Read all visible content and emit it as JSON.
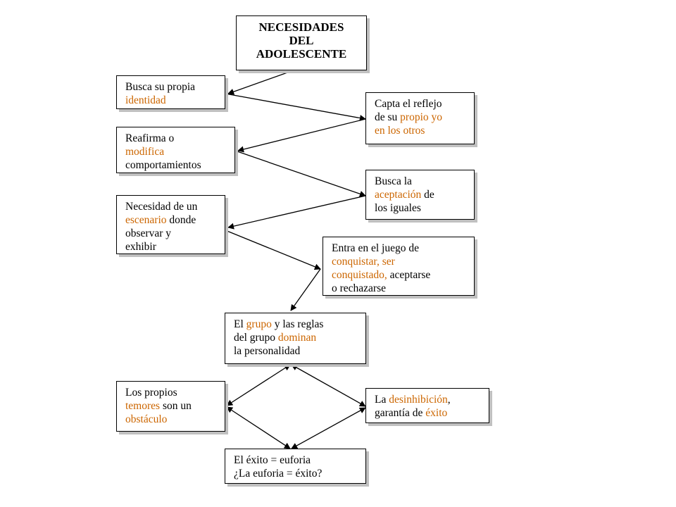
{
  "diagram": {
    "accent_color": "#cc6600",
    "nodes": [
      {
        "id": "n0",
        "title": true,
        "lines": [
          [
            {
              "t": "NECESIDADES"
            }
          ],
          [
            {
              "t": "DEL"
            }
          ],
          [
            {
              "t": "ADOLESCENTE"
            }
          ]
        ]
      },
      {
        "id": "n1",
        "lines": [
          [
            {
              "t": "Busca su propia"
            }
          ],
          [
            {
              "t": "identidad",
              "hl": true
            }
          ]
        ]
      },
      {
        "id": "n2",
        "lines": [
          [
            {
              "t": "Capta el reflejo"
            }
          ],
          [
            {
              "t": "de su "
            },
            {
              "t": "propio yo",
              "hl": true
            }
          ],
          [
            {
              "t": "en los otros",
              "hl": true
            }
          ]
        ]
      },
      {
        "id": "n3",
        "lines": [
          [
            {
              "t": "Reafirma o"
            }
          ],
          [
            {
              "t": "modifica",
              "hl": true
            }
          ],
          [
            {
              "t": "comportamientos"
            }
          ]
        ]
      },
      {
        "id": "n4",
        "lines": [
          [
            {
              "t": "Busca la"
            }
          ],
          [
            {
              "t": "aceptación",
              "hl": true
            },
            {
              "t": " de"
            }
          ],
          [
            {
              "t": "los iguales"
            }
          ]
        ]
      },
      {
        "id": "n5",
        "lines": [
          [
            {
              "t": "Necesidad de un"
            }
          ],
          [
            {
              "t": "escenario",
              "hl": true
            },
            {
              "t": " donde"
            }
          ],
          [
            {
              "t": "observar y"
            }
          ],
          [
            {
              "t": "exhibir"
            }
          ]
        ]
      },
      {
        "id": "n6",
        "lines": [
          [
            {
              "t": "Entra en el juego de"
            }
          ],
          [
            {
              "t": "conquistar, ser",
              "hl": true
            }
          ],
          [
            {
              "t": "conquistado,",
              "hl": true
            },
            {
              "t": " aceptarse"
            }
          ],
          [
            {
              "t": "o rechazarse"
            }
          ]
        ]
      },
      {
        "id": "n7",
        "lines": [
          [
            {
              "t": "El "
            },
            {
              "t": "grupo",
              "hl": true
            },
            {
              "t": " y las reglas"
            }
          ],
          [
            {
              "t": "del grupo "
            },
            {
              "t": "dominan",
              "hl": true
            }
          ],
          [
            {
              "t": "la personalidad"
            }
          ]
        ]
      },
      {
        "id": "n8",
        "lines": [
          [
            {
              "t": "Los propios"
            }
          ],
          [
            {
              "t": "temores",
              "hl": true
            },
            {
              "t": " son un"
            }
          ],
          [
            {
              "t": "obstáculo",
              "hl": true
            }
          ]
        ]
      },
      {
        "id": "n9",
        "lines": [
          [
            {
              "t": "La "
            },
            {
              "t": "desinhibición",
              "hl": true
            },
            {
              "t": ","
            }
          ],
          [
            {
              "t": "garantía de "
            },
            {
              "t": "éxito",
              "hl": true
            }
          ]
        ]
      },
      {
        "id": "n10",
        "lines": [
          [
            {
              "t": "El éxito = euforia"
            }
          ],
          [
            {
              "t": "¿La euforia = éxito?"
            }
          ]
        ]
      }
    ],
    "edges": [
      {
        "from": "n0",
        "to": "n1",
        "type": "arrow"
      },
      {
        "from": "n1",
        "to": "n2",
        "type": "arrow"
      },
      {
        "from": "n2",
        "to": "n3",
        "type": "arrow"
      },
      {
        "from": "n3",
        "to": "n4",
        "type": "arrow"
      },
      {
        "from": "n4",
        "to": "n5",
        "type": "arrow"
      },
      {
        "from": "n5",
        "to": "n6",
        "type": "arrow"
      },
      {
        "from": "n6",
        "to": "n7",
        "type": "arrow"
      },
      {
        "from": "n7",
        "to": "n8",
        "type": "double-arrow"
      },
      {
        "from": "n7",
        "to": "n9",
        "type": "double-arrow"
      },
      {
        "from": "n8",
        "to": "n10",
        "type": "double-arrow"
      },
      {
        "from": "n9",
        "to": "n10",
        "type": "double-arrow"
      }
    ]
  }
}
